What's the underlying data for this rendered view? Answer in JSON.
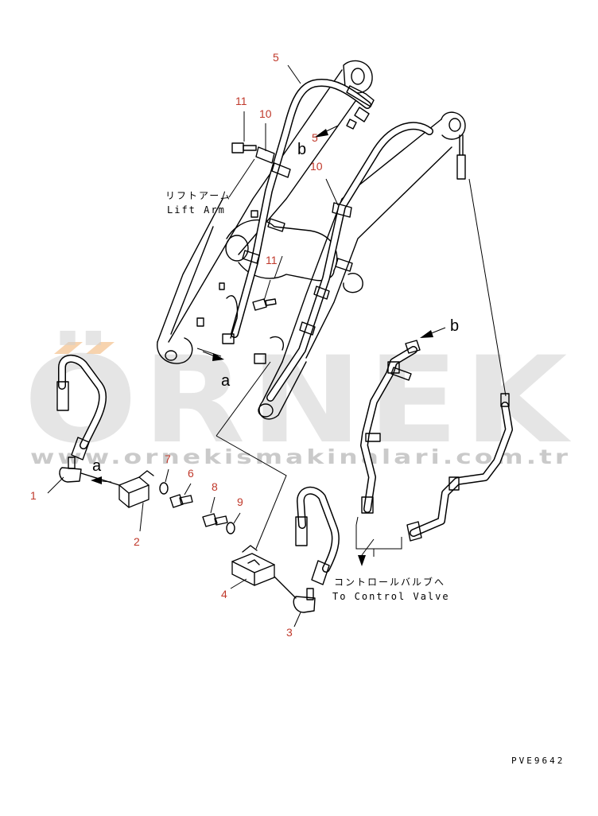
{
  "callouts": {
    "c1": "1",
    "c2": "2",
    "c3": "3",
    "c4": "4",
    "c5a": "5",
    "c5b": "5",
    "c6": "6",
    "c7": "7",
    "c8": "8",
    "c9": "9",
    "c10a": "10",
    "c10b": "10",
    "c11a": "11",
    "c11b": "11"
  },
  "view_letters": {
    "a1": "a",
    "a2": "a",
    "b1": "b",
    "b2": "b"
  },
  "labels": {
    "lift_arm_jp": "リフトアーム",
    "lift_arm_en": "Lift Arm",
    "control_valve_jp": "コントロールバルブへ",
    "control_valve_en": "To Control Valve"
  },
  "watermark": {
    "brand": "ÖRNEK",
    "url": "www.ornekismakinalari.com.tr"
  },
  "drawing_code": "PVE9642",
  "colors": {
    "callout": "#c0392b",
    "watermark_accent": "#f5c89a",
    "watermark_gray": "#cfcfcf"
  }
}
